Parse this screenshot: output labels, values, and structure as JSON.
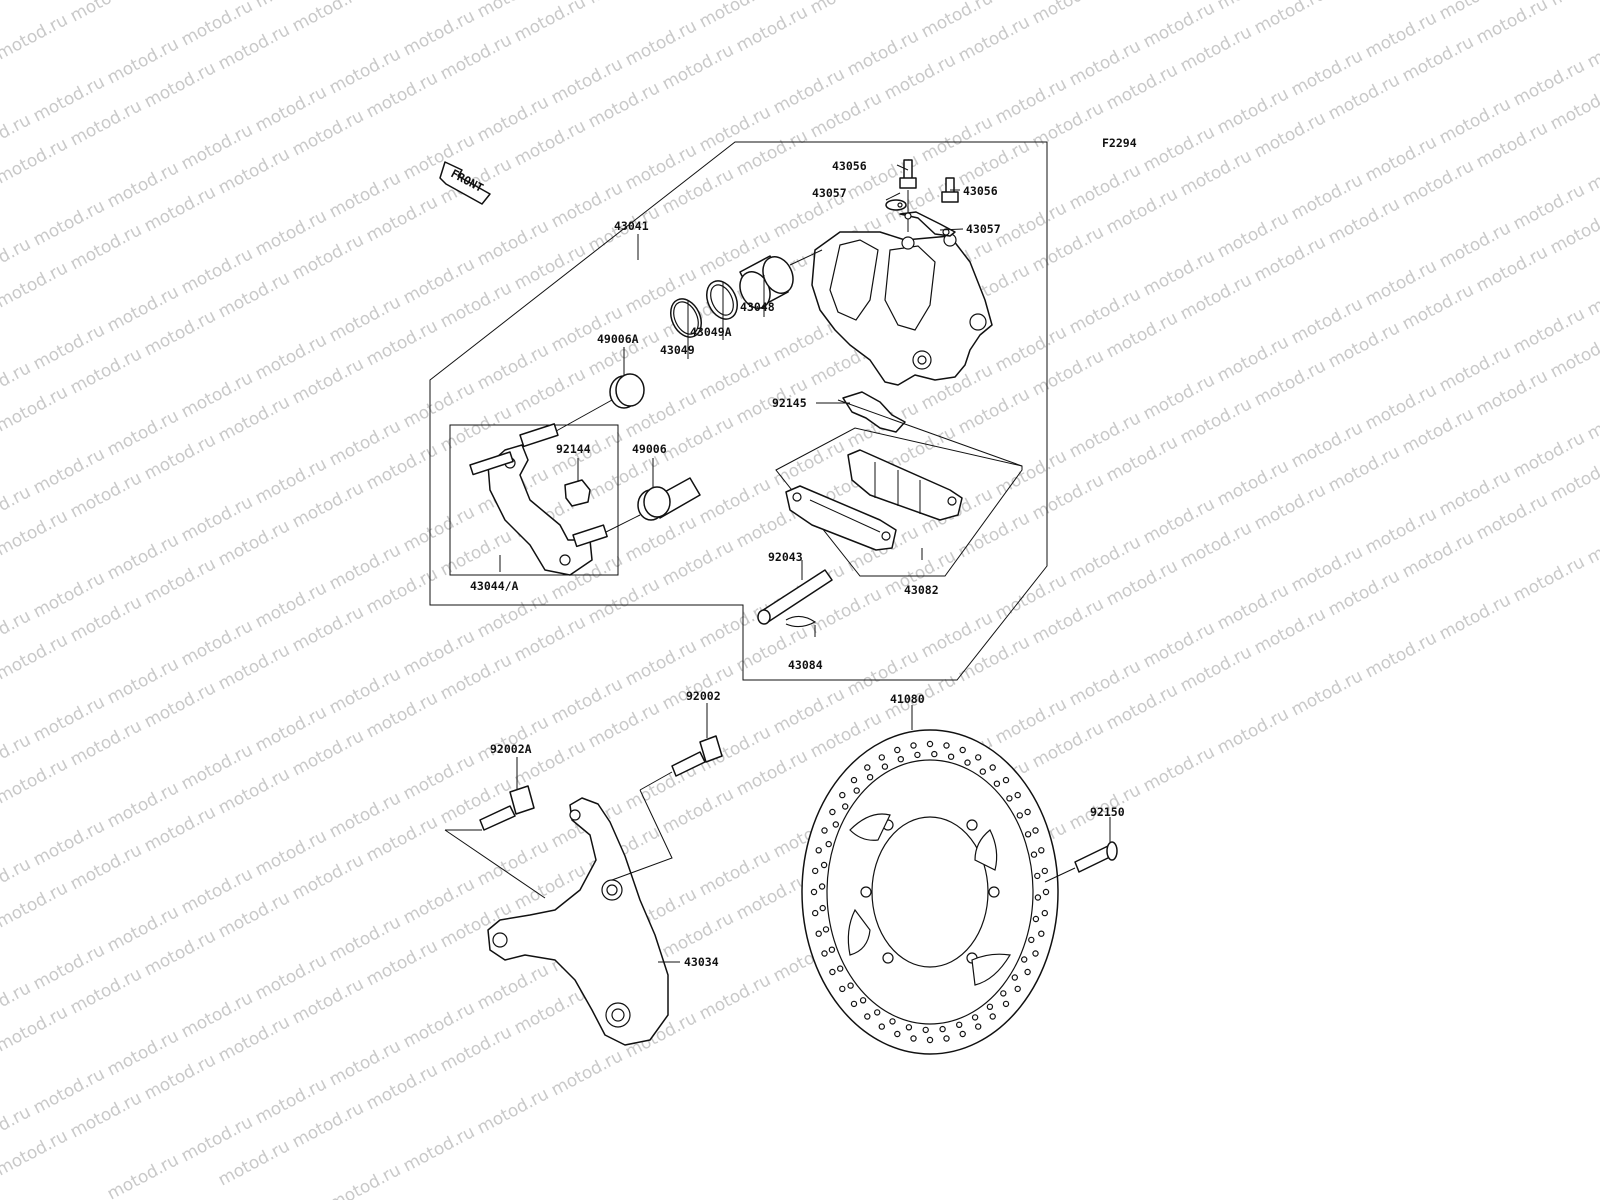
{
  "diagram_code": "F2294",
  "front_label": "FRONT",
  "watermark_text": "motod.ru",
  "parts": {
    "p43056a": "43056",
    "p43056b": "43056",
    "p43057a": "43057",
    "p43057b": "43057",
    "p43041": "43041",
    "p43048": "43048",
    "p49006a": "49006A",
    "p43049a": "43049A",
    "p43049": "43049",
    "p92145": "92145",
    "p92144": "92144",
    "p49006": "49006",
    "p92043": "92043",
    "p43044": "43044/A",
    "p43082": "43082",
    "p43084": "43084",
    "p92002": "92002",
    "p41080": "41080",
    "p92002a": "92002A",
    "p92150": "92150",
    "p43034": "43034"
  }
}
